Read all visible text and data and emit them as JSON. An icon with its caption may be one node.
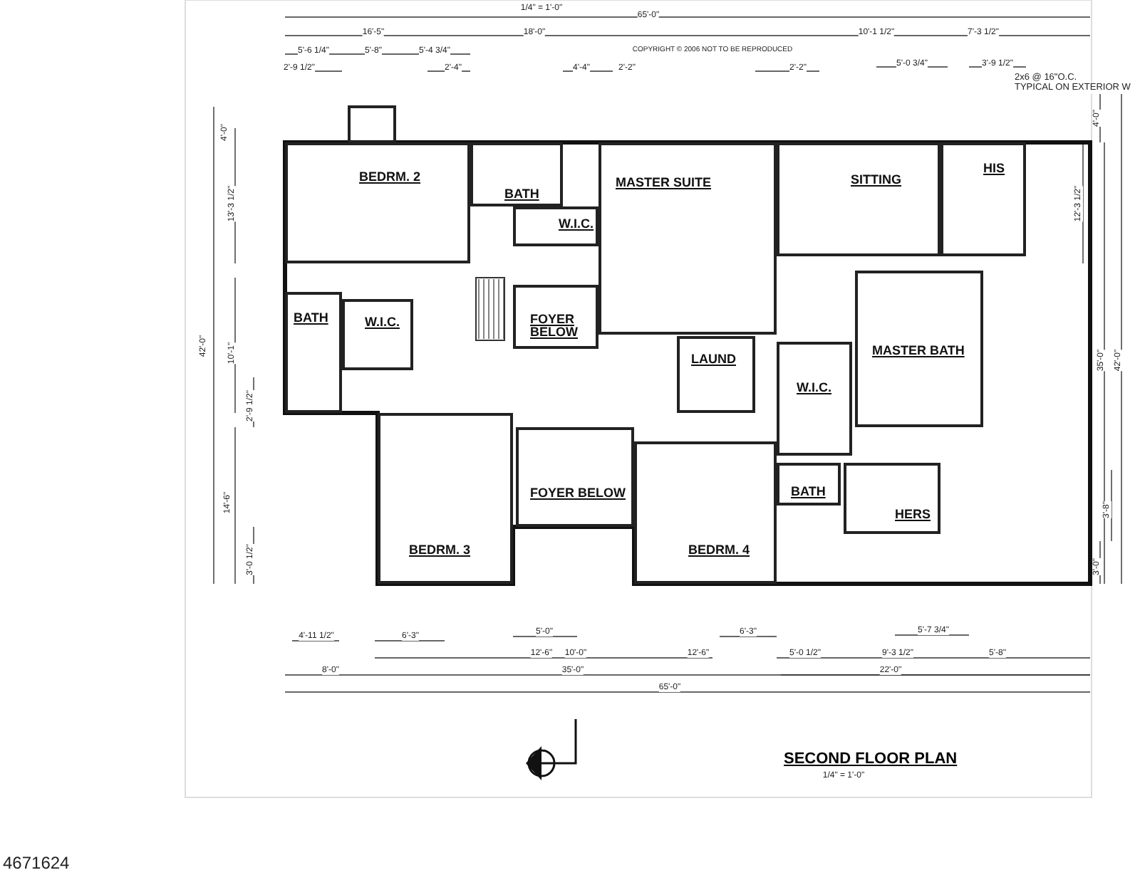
{
  "diagram": {
    "title": "SECOND FLOOR PLAN",
    "nodes": [
      {
        "text": [
          "BEDRM. 2"
        ]
      },
      {
        "text": [
          "BATH"
        ]
      },
      {
        "text": [
          "W.I.C."
        ]
      },
      {
        "text": [
          "MASTER SUITE"
        ]
      },
      {
        "text": [
          "SITTING"
        ]
      },
      {
        "text": [
          "HIS"
        ]
      },
      {
        "text": [
          "BATH"
        ]
      },
      {
        "text": [
          "W.I.C."
        ]
      },
      {
        "text": [
          "FOYER BELOW"
        ]
      },
      {
        "text": [
          "LAUND"
        ]
      },
      {
        "text": [
          "W.I.C."
        ]
      },
      {
        "text": [
          "MASTER BATH"
        ]
      },
      {
        "text": [
          "BATH"
        ]
      },
      {
        "text": [
          "HERS"
        ]
      },
      {
        "text": [
          "BEDRM. 3"
        ]
      },
      {
        "text": [
          "FOYER BELOW"
        ]
      },
      {
        "text": [
          "BEDRM. 4"
        ]
      }
    ],
    "labels": [
      "1/4\" = 1'-0\"",
      "65'-0\"",
      "16'-5\"",
      "18'-0\"",
      "10'-1 1/2\"",
      "7'-3 1/2\"",
      "5'-6 1/4\"",
      "5'-8\"",
      "5'-4 3/4\"",
      "COPYRIGHT © 2006 NOT TO BE REPRODUCED",
      "2'-9 1/2\"",
      "2'-4\"",
      "4'-4\"",
      "2'-2\"",
      "2'-2\"",
      "5'-0 3/4\"",
      "3'-9 1/2\"",
      "2x6 @ 16\"O.C.",
      "TYPICAL ON EXTERIOR W",
      "4'-0\"",
      "13'-3 1/2\"",
      "42'-0\"",
      "10'-1\"",
      "2'-9 1/2\"",
      "14'-6\"",
      "3'-0 1/2\"",
      "4'-0\"",
      "12'-3 1/2\"",
      "35'-0\"",
      "42'-0\"",
      "3'-8\"",
      "3'-0\"",
      "4'-11 1/2\"",
      "6'-3\"",
      "12'-6\"",
      "8'-0\"",
      "5'-0\"",
      "10'-0\"",
      "35'-0\"",
      "65'-0\"",
      "6'-3\"",
      "12'-6\"",
      "5'-0 1/2\"",
      "9'-3 1/2\"",
      "5'-7 3/4\"",
      "5'-8\"",
      "22'-0\"",
      "1/4\" = 1'-0\"",
      "4671624"
    ]
  }
}
